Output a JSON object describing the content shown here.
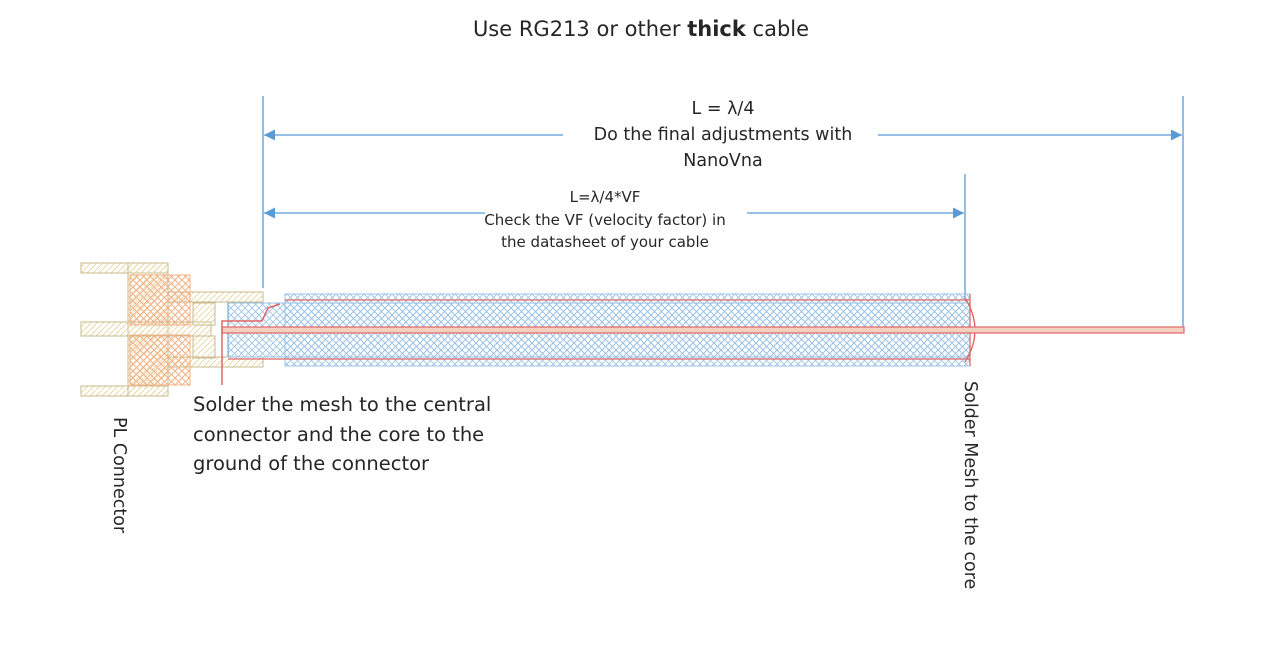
{
  "title": {
    "prefix": "Use RG213 or other ",
    "bold": "thick",
    "suffix": " cable"
  },
  "dimension_full": {
    "line1": "L = λ/4",
    "line2": "Do the final adjustments with",
    "line3": "NanoVna"
  },
  "dimension_vf": {
    "line1": "L=λ/4*VF",
    "line2": "Check the VF (velocity factor) in",
    "line3": "the datasheet of your cable"
  },
  "solder_note": {
    "line1": "Solder the mesh to the central",
    "line2": "connector and the core to the",
    "line3": "ground of the connector"
  },
  "connector_label": "PL Connector",
  "end_label": "Solder Mesh to the core",
  "colors": {
    "dimension_line": "#5b9bd5",
    "conductor": "#e06666",
    "mesh": "#9dc3e6",
    "connector_hatch": "#f4b183",
    "connector_outline": "#c9b98c"
  }
}
